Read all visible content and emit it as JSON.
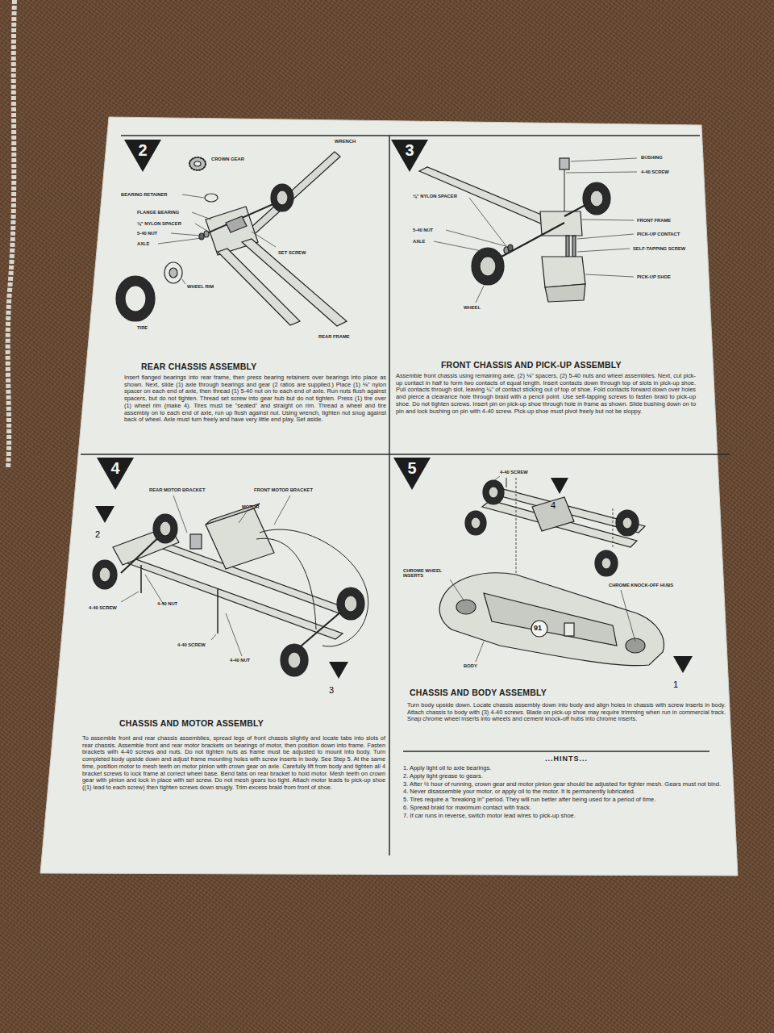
{
  "diagram": {
    "nodes": [
      {
        "text": [
          "REAR CHASSIS ASSEMBLY",
          "Insert flanged bearings into rear frame, then press bearing retainers over bearings into place as shown. Next, slide (1) axle through bearings and gear (2 ratios are supplied.) Place (1) ⅛\" nylon spacer on each end of axle, then thread (1) 5-40 nut on to each end of axle. Run nuts flush against spacers, but do not tighten. Thread set screw into gear hub but do not tighten. Press (1) tire over (1) wheel rim (make 4). Tires must be \"seated\" and straight on rim. Thread a wheel and tire assembly on to each end of axle, run up flush against nut. Using wrench, tighten nut snug against back of wheel. Axle must turn freely and have very little end play. Set aside."
        ]
      },
      {
        "text": [
          "2"
        ],
        "in": 0
      },
      {
        "text": [
          "FRONT CHASSIS AND PICK-UP ASSEMBLY",
          "Assemble front chassis using remaining axle, (2) ⅛\" spacers, (2) 5-40 nuts and wheel assemblies. Next, cut pick-up contact in half to form two contacts of equal length. Insert contacts down through top of slots in pick-up shoe. Pull contacts through slot, leaving ¼\" of contact sticking out of top of shoe. Fold contacts forward down over holes and pierce a clearance hole through braid with a pencil point. Use self-tapping screws to fasten braid to pick-up shoe. Do not tighten screws. Insert pin on pick-up shoe through hole in frame as shown. Slide bushing down on to pin and lock bushing on pin with 4-40 screw. Pick-up shoe must pivot freely but not be sloppy."
        ]
      },
      {
        "text": [
          "3"
        ],
        "in": 2
      },
      {
        "text": [
          "CHASSIS AND MOTOR ASSEMBLY",
          "To assemble front and rear chassis assemblies, spread legs of front chassis slightly and locate tabs into slots of rear chassis. Assemble front and rear motor brackets on bearings of motor, then position down into frame. Fasten brackets with 4-40 screws and nuts. Do not tighten nuts as frame must be adjusted to mount into body. Turn completed body upside down and adjust frame mounting holes with screw inserts in body. See Step 5. At the same time, position motor to mesh teeth on motor pinion with crown gear on axle. Carefully lift from body and tighten all 4 bracket screws to lock frame at correct wheel base. Bend tabs on rear bracket to hold motor. Mesh teeth on crown gear with pinion and lock in place with set screw. Do not mesh gears too tight. Attach motor leads to pick-up shoe ((1) lead to each screw) then tighten screws down snugly. Trim excess braid from front of shoe."
        ]
      },
      {
        "text": [
          "4"
        ],
        "in": 4
      },
      {
        "text": [
          "2"
        ],
        "in": 4
      },
      {
        "text": [
          "3"
        ],
        "in": 4
      },
      {
        "text": [
          "CHASSIS AND BODY ASSEMBLY",
          "Turn body upside down. Locate chassis assembly down into body and align holes in chassis with screw inserts in body. Attach chassis to body with (3) 4-40 screws. Blade on pick-up shoe may require trimming when run in commercial track. Snap chrome wheel inserts into wheels and cement knock-off hubs into chrome inserts."
        ]
      },
      {
        "text": [
          "5"
        ],
        "in": 8
      },
      {
        "text": [
          "4"
        ],
        "in": 8
      },
      {
        "text": [
          "1"
        ],
        "in": 8
      },
      {
        "text": [
          "...HINTS...",
          "1. Apply light oil to axle bearings.",
          "2. Apply light grease to gears.",
          "3. After ½ hour of running, crown gear and motor pinion gear should be adjusted for tighter mesh. Gears must not bind.",
          "4. Never disassemble your motor, or apply oil to the motor. It is permanently lubricated.",
          "5. Tires require a \"breaking in\" period. They will run better after being used for a period of time.",
          "6. Spread braid for maximum contact with track.",
          "7. If car runs in reverse, switch motor lead wires to pick-up shoe."
        ],
        "in": 8
      }
    ],
    "labels": [
      "CROWN GEAR",
      "WRENCH",
      "BEARING RETAINER",
      "FLANGE BEARING",
      "⅛\" NYLON SPACER",
      "5-40 NUT",
      "AXLE",
      "SET SCREW",
      "WHEEL RIM",
      "TIRE",
      "REAR FRAME",
      "BUSHING",
      "4-40 SCREW",
      "⅛\" NYLON SPACER",
      "FRONT FRAME",
      "5-40 NUT",
      "PICK-UP CONTACT",
      "AXLE",
      "SELF-TAPPING SCREW",
      "PICK-UP SHOE",
      "WHEEL",
      "REAR MOTOR BRACKET",
      "FRONT MOTOR BRACKET",
      "MOTOR",
      "4-40 SCREW",
      "4-40 NUT",
      "4-40 SCREW",
      "4-40 NUT",
      "4-40 SCREW",
      "CHROME WHEEL INSERTS",
      "CHROME KNOCK-OFF HUBS",
      "BODY",
      "91"
    ]
  }
}
